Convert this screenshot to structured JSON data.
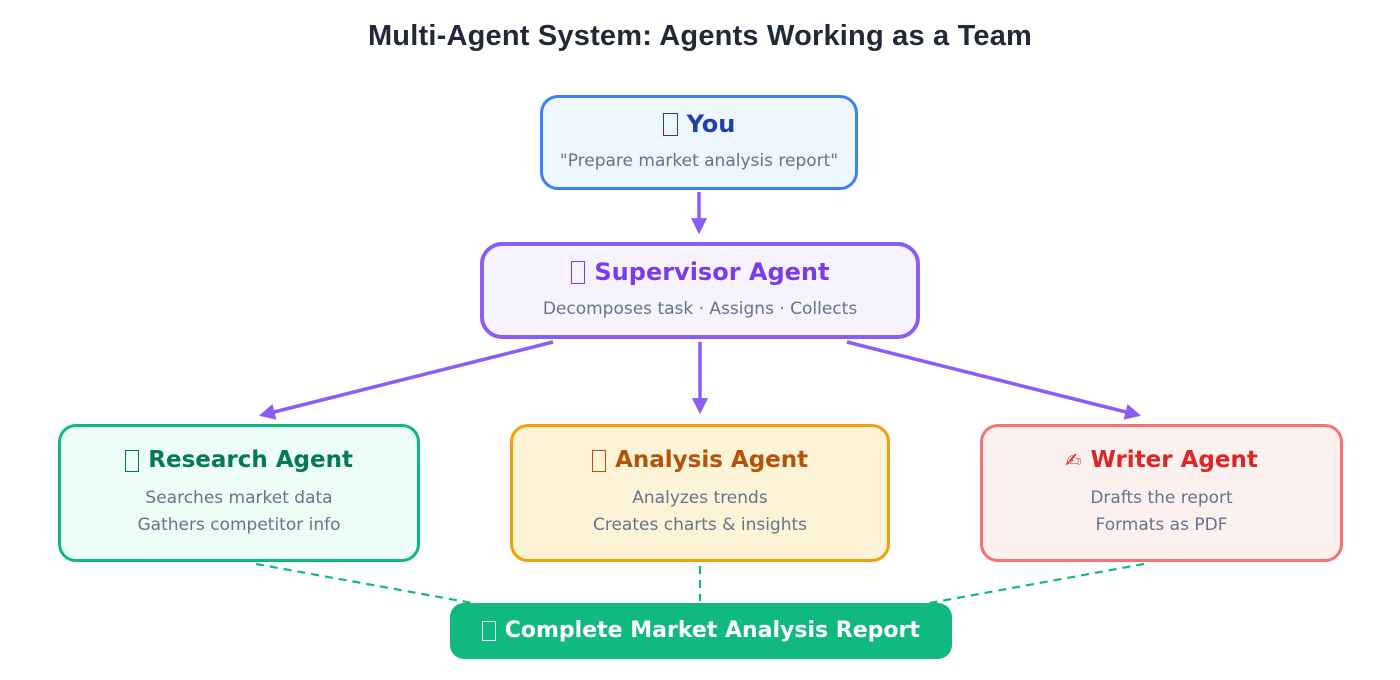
{
  "page": {
    "title": "Multi-Agent System: Agents Working as a Team"
  },
  "colors": {
    "title_text": "#1f2937",
    "subtitle_text": "#64748b",
    "user_border": "#3b82f6",
    "user_bg": "#eef6ff",
    "user_title": "#1e40af",
    "supervisor_border": "#8b5cf6",
    "supervisor_bg": "#f6f3fe",
    "supervisor_title": "#7c3aed",
    "research_border": "#10b981",
    "research_bg": "#ecfdf5",
    "research_title": "#047857",
    "analysis_border": "#f59e0b",
    "analysis_bg": "#fdf3d6",
    "analysis_title": "#b45309",
    "writer_border": "#f87171",
    "writer_bg": "#fdf1f0",
    "writer_title": "#dc2626",
    "output_bg": "#10b981",
    "output_text": "#ffffff",
    "arrow_solid": "#8b5cf6",
    "arrow_dashed": "#10b981"
  },
  "nodes": {
    "user": {
      "icon": "missing-emoji-tofu",
      "title": "You",
      "subtitle": "\"Prepare market analysis report\""
    },
    "supervisor": {
      "icon": "missing-emoji-tofu",
      "title": "Supervisor Agent",
      "subtitle": "Decomposes task · Assigns · Collects"
    },
    "research": {
      "icon": "missing-emoji-tofu",
      "title": "Research Agent",
      "lines": [
        "Searches market data",
        "Gathers competitor info"
      ]
    },
    "analysis": {
      "icon": "missing-emoji-tofu",
      "title": "Analysis Agent",
      "lines": [
        "Analyzes trends",
        "Creates charts & insights"
      ]
    },
    "writer": {
      "icon": "writing-hand",
      "icon_glyph": "✍",
      "title": "Writer Agent",
      "lines": [
        "Drafts the report",
        "Formats as PDF"
      ]
    },
    "output": {
      "icon": "missing-emoji-tofu",
      "title": "Complete Market Analysis Report"
    }
  }
}
